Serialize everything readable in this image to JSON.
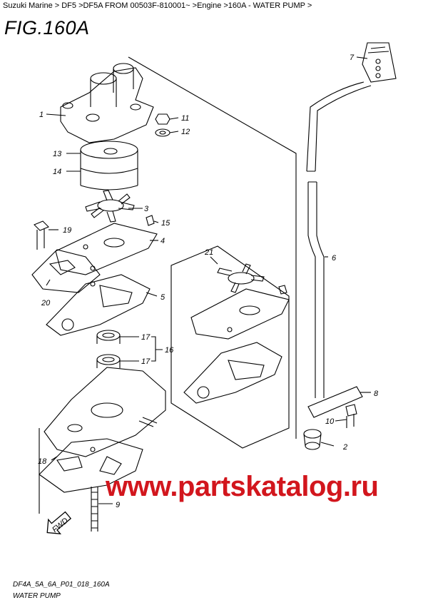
{
  "breadcrumb": "Suzuki Marine > DF5 >DF5A FROM 00503F-810001~ >Engine >160A - WATER PUMP >",
  "figure_title": "FIG.160A",
  "callouts": {
    "c1": "1",
    "c2": "2",
    "c3": "3",
    "c4": "4",
    "c5": "5",
    "c6": "6",
    "c7": "7",
    "c8": "8",
    "c9": "9",
    "c10": "10",
    "c11": "11",
    "c12": "12",
    "c13": "13",
    "c14": "14",
    "c15": "15",
    "c16": "16",
    "c17a": "17",
    "c17b": "17",
    "c18": "18",
    "c19": "19",
    "c20": "20",
    "c21": "21"
  },
  "fwd_label": "FWD",
  "watermark": "www.partskatalog.ru",
  "footer": {
    "code": "DF4A_5A_6A_P01_018_160A",
    "name": "WATER PUMP"
  }
}
